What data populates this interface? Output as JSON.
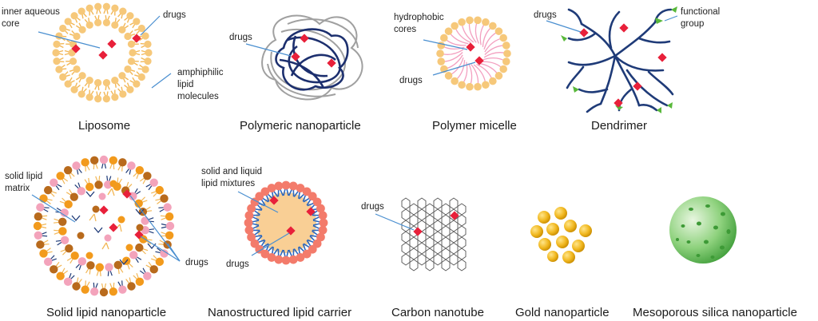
{
  "colors": {
    "lipid_head": "#f6c87a",
    "lipid_tail": "#f2b756",
    "drug": "#e8203a",
    "pointer": "#4a8fd0",
    "polymer_dark": "#1c2f6e",
    "polymer_light": "#a0a0a0",
    "dendrimer": "#1f3b78",
    "functional_group": "#58b83a",
    "micelle_tail": "#f3a0c0",
    "nlc_core": "#f9cf95",
    "nlc_head": "#f37b6b",
    "nlc_tail": "#2a67c0",
    "gold": "#f1b820",
    "silica": "#5fbf55"
  },
  "liposome": {
    "caption": "Liposome",
    "label_core_1": "inner aqueous",
    "label_core_2": "core",
    "label_drugs": "drugs",
    "label_lipid_1": "amphiphilic",
    "label_lipid_2": "lipid",
    "label_lipid_3": "molecules"
  },
  "polymeric_np": {
    "caption": "Polymeric nanoparticle",
    "label_drugs": "drugs"
  },
  "micelle": {
    "caption": "Polymer micelle",
    "label_hydrophobic_1": "hydrophobic",
    "label_hydrophobic_2": "cores",
    "label_drugs": "drugs"
  },
  "dendrimer": {
    "caption": "Dendrimer",
    "label_drugs": "drugs",
    "label_fg_1": "functional",
    "label_fg_2": "group"
  },
  "sln": {
    "caption": "Solid lipid nanoparticle",
    "label_matrix_1": "solid lipid",
    "label_matrix_2": "matrix",
    "label_drugs": "drugs"
  },
  "nlc": {
    "caption": "Nanostructured  lipid carrier",
    "label_mix_1": "solid and liquid",
    "label_mix_2": "lipid mixtures",
    "label_drugs": "drugs"
  },
  "cnt": {
    "caption": "Carbon nanotube",
    "label_drugs": "drugs"
  },
  "gold": {
    "caption": "Gold nanoparticle"
  },
  "silica": {
    "caption": "Mesoporous silica nanoparticle"
  }
}
